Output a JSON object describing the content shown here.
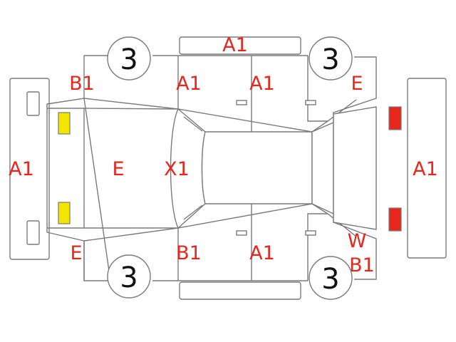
{
  "colors": {
    "outline": "#7a7a7a",
    "damage_code": "#e8261d",
    "front_light": "#f2e600",
    "rear_light": "#e8261d",
    "tire_number": "#111111"
  },
  "tires": {
    "front_left": "3",
    "rear_left": "3",
    "front_right": "3",
    "rear_right": "3"
  },
  "codes": {
    "roof_top": "A1",
    "front_left_fender": "B1",
    "front_left_door": "A1",
    "rear_left_door": "A1",
    "rear_left_quarter": "E",
    "front_bumper": "A1",
    "hood": "E",
    "windshield": "X1",
    "rear_bumper": "A1",
    "front_right_fender": "E",
    "front_right_door": "B1",
    "rear_right_door": "A1",
    "rear_right_quarter_w": "W",
    "rear_right_quarter_b": "B1"
  }
}
